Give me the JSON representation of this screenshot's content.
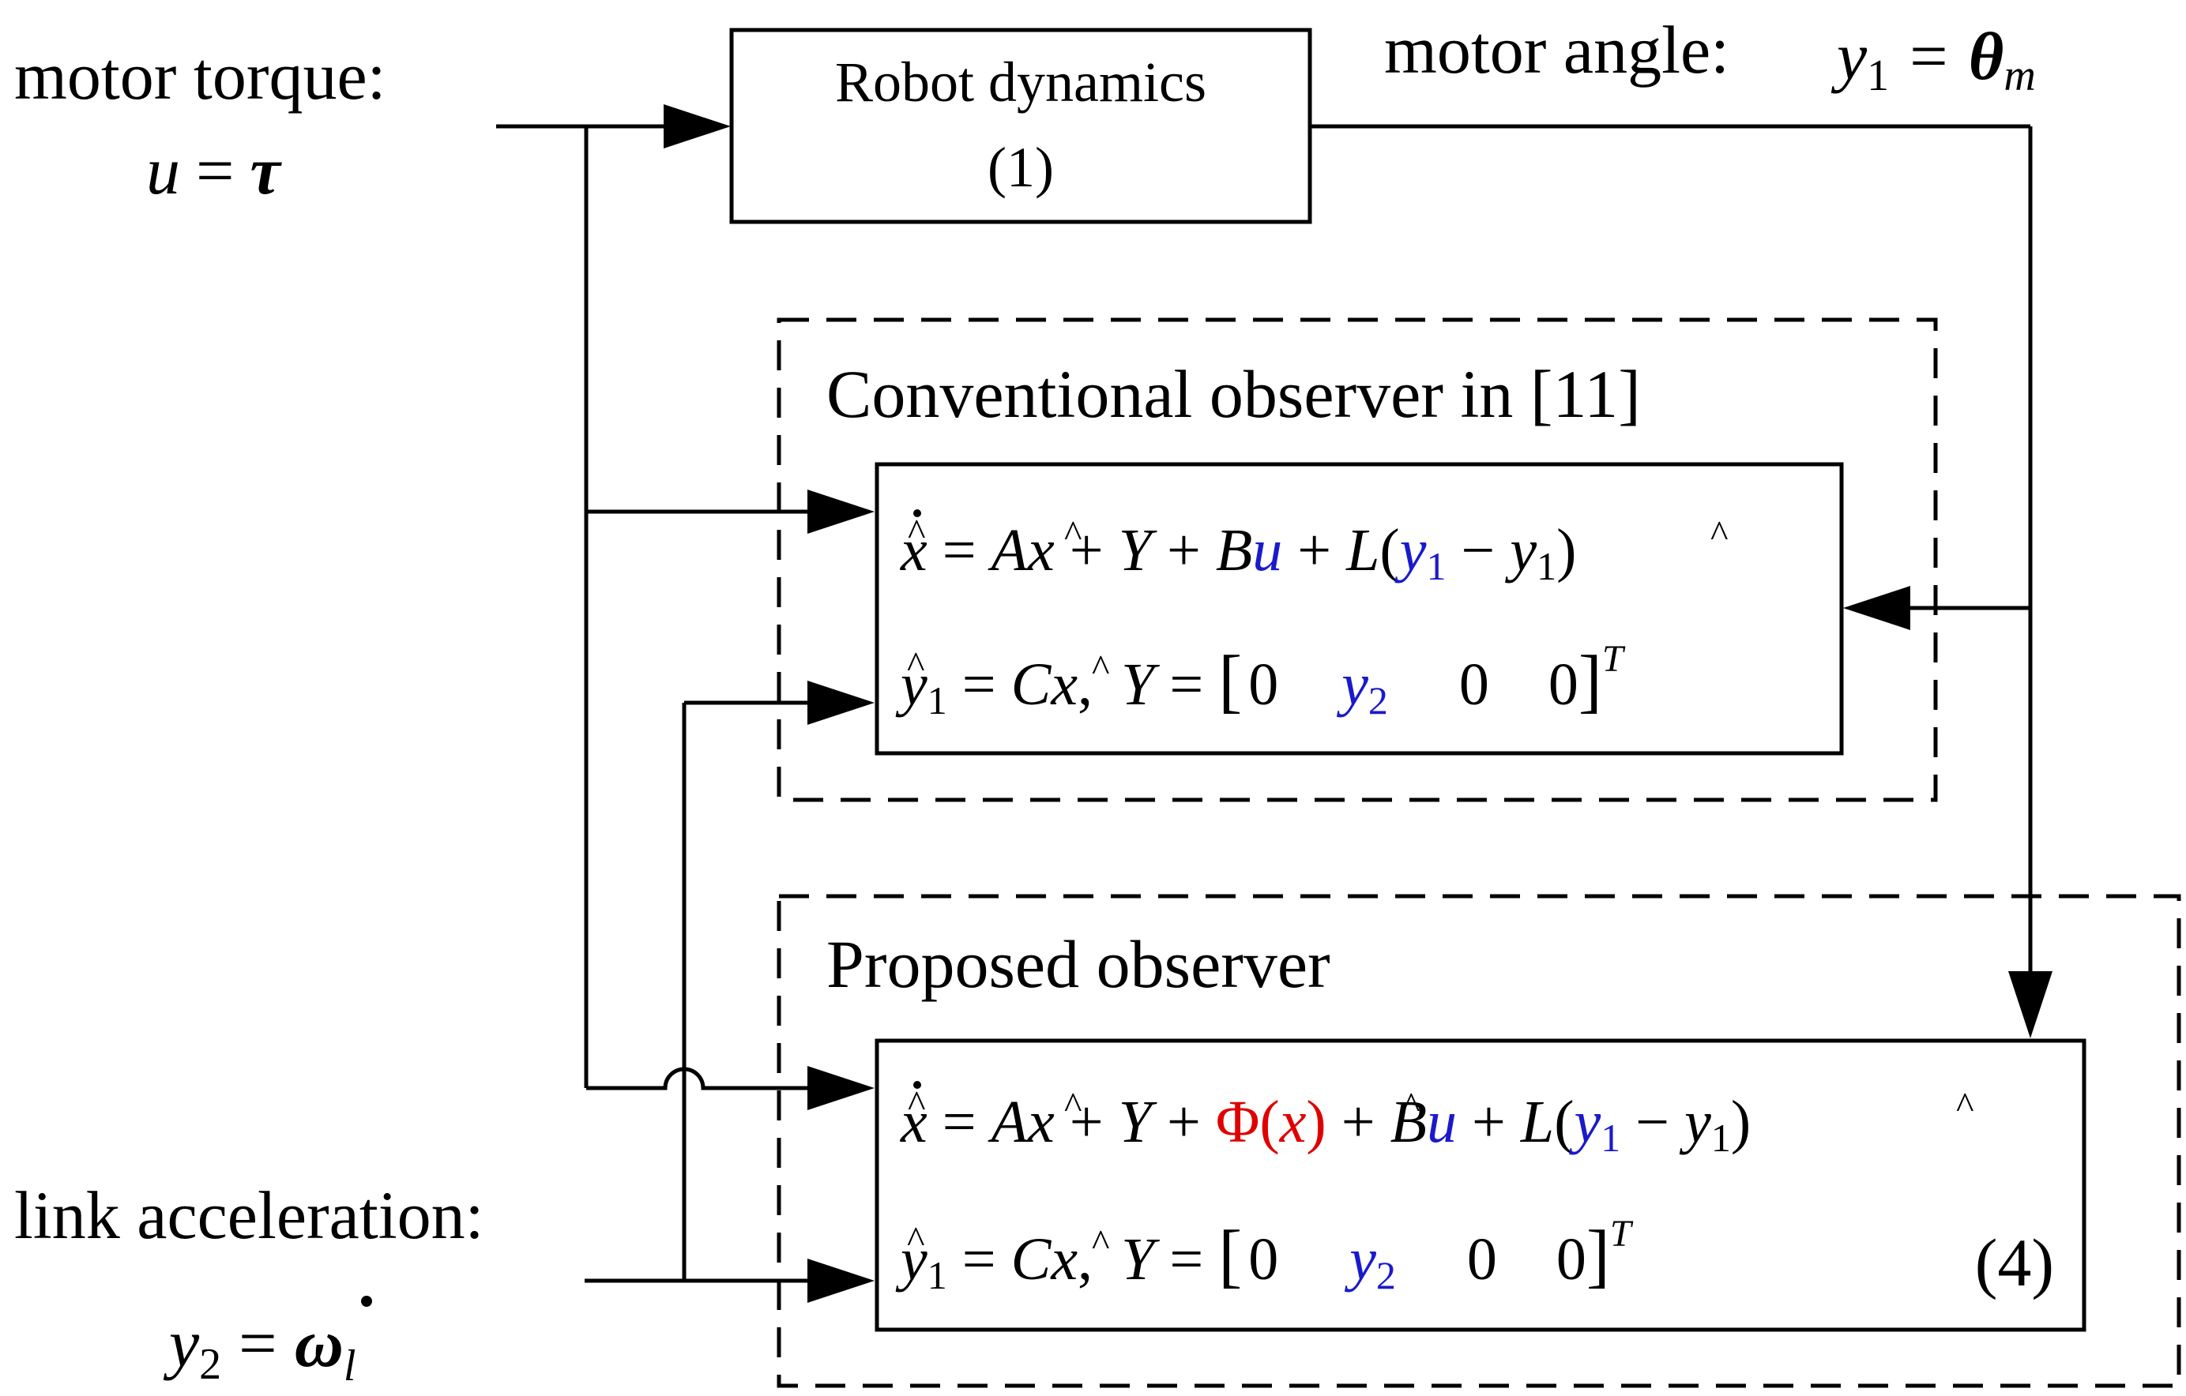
{
  "inputs": {
    "torque_label": "motor torque:",
    "torque_eq": {
      "lhs": "u",
      "eq": "=",
      "rhs": "τ"
    },
    "accel_label": "link acceleration:",
    "accel_eq": {
      "lhs": "y",
      "sub": "2",
      "eq": "=",
      "rhs": "ω",
      "rhs_sub": "l"
    }
  },
  "output": {
    "label": "motor angle:",
    "eq": {
      "lhs": "y",
      "sub": "1",
      "eq": "=",
      "rhs": "θ",
      "rhs_sub": "m"
    }
  },
  "robot_block": {
    "line1": "Robot dynamics",
    "line2": "(1)"
  },
  "conventional": {
    "title": "Conventional observer in [11]",
    "eq1": {
      "xdot": "x",
      "a1": " = ",
      "A": "A",
      "xhat": "x",
      "p1": " + ",
      "Y": "Y",
      "p2": " + ",
      "B": "B",
      "u": "u",
      "p3": " + ",
      "L": "L",
      "lp": "(",
      "y1": "y",
      "y1sub": "1",
      "minus": " − ",
      "yhat": "y",
      "yhatsub": "1",
      "rp": ")"
    },
    "eq2": {
      "yhat": "y",
      "yhatsub": "1",
      "a1": " = ",
      "C": "C",
      "xhat": "x",
      "comma": ",",
      "Y": "Y",
      "a2": " = ",
      "lb": "[",
      "v0": "0",
      "y2": "y",
      "y2sub": "2",
      "v2": "0",
      "v3": "0",
      "rb": "]",
      "T": "T"
    }
  },
  "proposed": {
    "title": "Proposed observer",
    "eq1": {
      "xdot": "x",
      "a1": " = ",
      "A": "A",
      "xhat": "x",
      "p1": " + ",
      "Y": "Y",
      "p2": " + ",
      "Phi": "Φ(",
      "phix": "x",
      "phirp": ")",
      "p3": " + ",
      "B": "B",
      "u": "u",
      "p4": " + ",
      "L": "L",
      "lp": "(",
      "y1": "y",
      "y1sub": "1",
      "minus": " − ",
      "yhat": "y",
      "yhatsub": "1",
      "rp": ")"
    },
    "eq2": {
      "yhat": "y",
      "yhatsub": "1",
      "a1": " = ",
      "C": "C",
      "xhat": "x",
      "comma": ",",
      "Y": "Y",
      "a2": " = ",
      "lb": "[",
      "v0": "0",
      "y2": "y",
      "y2sub": "2",
      "v2": "0",
      "v3": "0",
      "rb": "]",
      "T": "T"
    },
    "eq_number": "(4)"
  },
  "colors": {
    "highlight_blue": "#1a1acc",
    "highlight_red": "#e00000",
    "line": "#000000"
  }
}
